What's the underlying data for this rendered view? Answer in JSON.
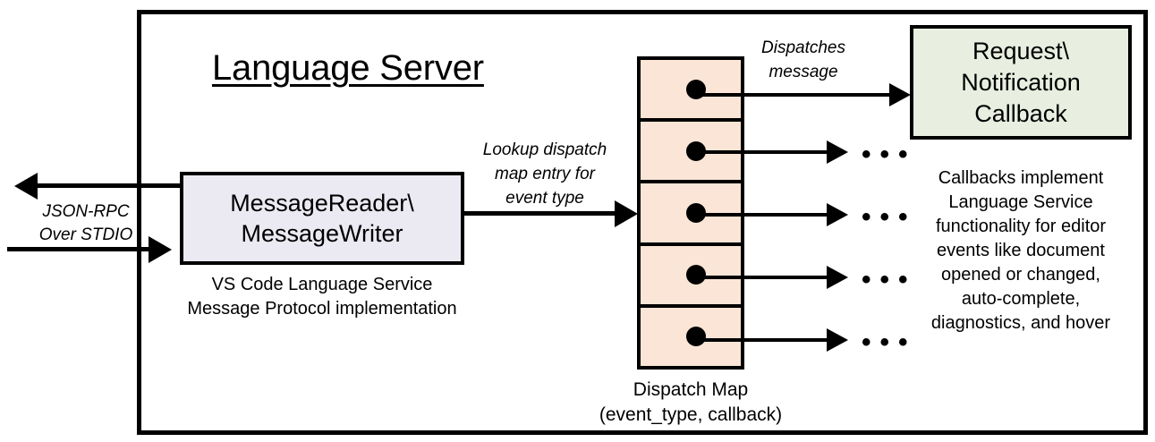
{
  "diagram": {
    "title": "Language Server",
    "reader_box": {
      "line1": "MessageReader\\",
      "line2": "MessageWriter",
      "caption_line1": "VS Code Language Service",
      "caption_line2": "Message Protocol implementation",
      "fill_color": "#EBE9F2"
    },
    "transport_label": {
      "line1": "JSON-RPC",
      "line2": "Over STDIO"
    },
    "lookup_label": {
      "line1": "Lookup dispatch",
      "line2": "map entry for",
      "line3": "event type"
    },
    "dispatches_label": {
      "line1": "Dispatches",
      "line2": "message"
    },
    "dispatch_map": {
      "caption_line1": "Dispatch Map",
      "caption_line2": "(event_type, callback)",
      "fill_color": "#FBE5D6",
      "rows": [
        {
          "index": 1,
          "marker": "callback-dot"
        },
        {
          "index": 2,
          "marker": "callback-dot"
        },
        {
          "index": 3,
          "marker": "callback-dot"
        },
        {
          "index": 4,
          "marker": "callback-dot"
        },
        {
          "index": 5,
          "marker": "callback-dot"
        }
      ]
    },
    "callback_box": {
      "line1": "Request\\",
      "line2": "Notification",
      "line3": "Callback",
      "fill_color": "#E8EFE0"
    },
    "callback_caption": {
      "line1": "Callbacks implement",
      "line2": "Language Service",
      "line3": "functionality for editor",
      "line4": "events like document",
      "line5": "opened or changed,",
      "line6": "auto-complete,",
      "line7": "diagnostics, and hover"
    },
    "ellipsis": {
      "glyph": "• • •"
    },
    "colors": {
      "stroke": "#000000",
      "background": "#FFFFFF"
    }
  }
}
